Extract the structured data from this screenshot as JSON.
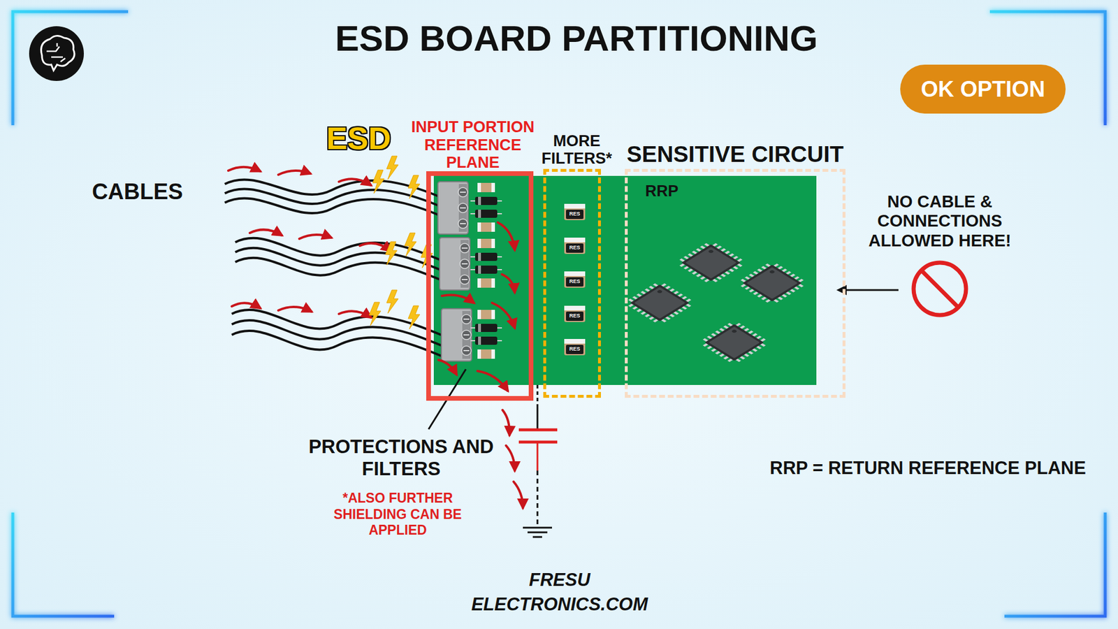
{
  "diagram": {
    "title": "ESD BOARD PARTITIONING",
    "caption": "FRESU ELECTRONICS.COM",
    "nodes": [
      {
        "text": [
          "OK OPTION"
        ]
      },
      {
        "text": [
          "INPUT PORTION REFERENCE PLANE"
        ]
      },
      {
        "text": [
          "MORE FILTERS*"
        ]
      },
      {
        "text": [
          "SENSITIVE CIRCUIT",
          "RRP"
        ]
      }
    ],
    "labels": [
      "ESD",
      "CABLES",
      "PROTECTIONS AND FILTERS",
      "*ALSO FURTHER SHIELDING CAN BE APPLIED",
      "NO CABLE & CONNECTIONS ALLOWED HERE!",
      "RRP = RETURN REFERENCE PLANE",
      "RES",
      "RES",
      "RES",
      "RES",
      "RES"
    ]
  }
}
